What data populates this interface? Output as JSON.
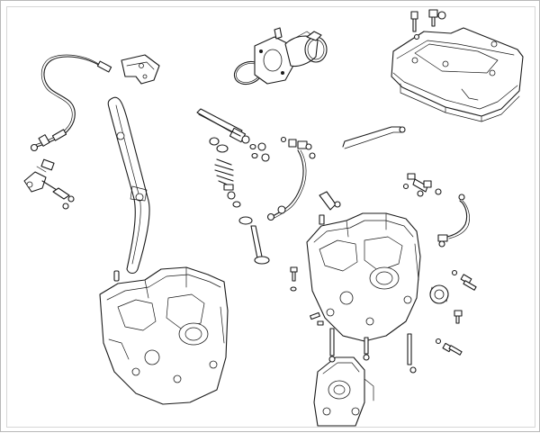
{
  "diagram": {
    "type": "exploded-parts-view",
    "subject": "cylinder-head-assembly",
    "labels": [],
    "colors": {
      "line": "#1a1a1a",
      "background": "#ffffff",
      "frame": "#b8b8b8"
    }
  },
  "parts": [
    {
      "id": "throttle-cable",
      "icon": "cable"
    },
    {
      "id": "cable-bracket",
      "icon": "bracket"
    },
    {
      "id": "cable-end-fittings",
      "icon": "fitting"
    },
    {
      "id": "chain-tensioner-rail",
      "icon": "rail"
    },
    {
      "id": "dowel-pin",
      "icon": "pin"
    },
    {
      "id": "cylinder-head-left",
      "icon": "housing"
    },
    {
      "id": "intake-manifold",
      "icon": "manifold"
    },
    {
      "id": "hose-clamp",
      "icon": "clamp"
    },
    {
      "id": "o-ring",
      "icon": "ring"
    },
    {
      "id": "valve-cover",
      "icon": "cover"
    },
    {
      "id": "cover-bolts",
      "icon": "bolt"
    },
    {
      "id": "camshaft",
      "icon": "shaft"
    },
    {
      "id": "valve-spring-group",
      "icon": "spring"
    },
    {
      "id": "oil-line",
      "icon": "pipe"
    },
    {
      "id": "breather-rod",
      "icon": "rod"
    },
    {
      "id": "cylinder-head-right",
      "icon": "housing"
    },
    {
      "id": "oil-pipe-right",
      "icon": "pipe"
    },
    {
      "id": "studs-and-bolts",
      "icon": "bolt"
    },
    {
      "id": "roller-bearing",
      "icon": "bearing"
    },
    {
      "id": "cylinder-base",
      "icon": "housing"
    }
  ]
}
